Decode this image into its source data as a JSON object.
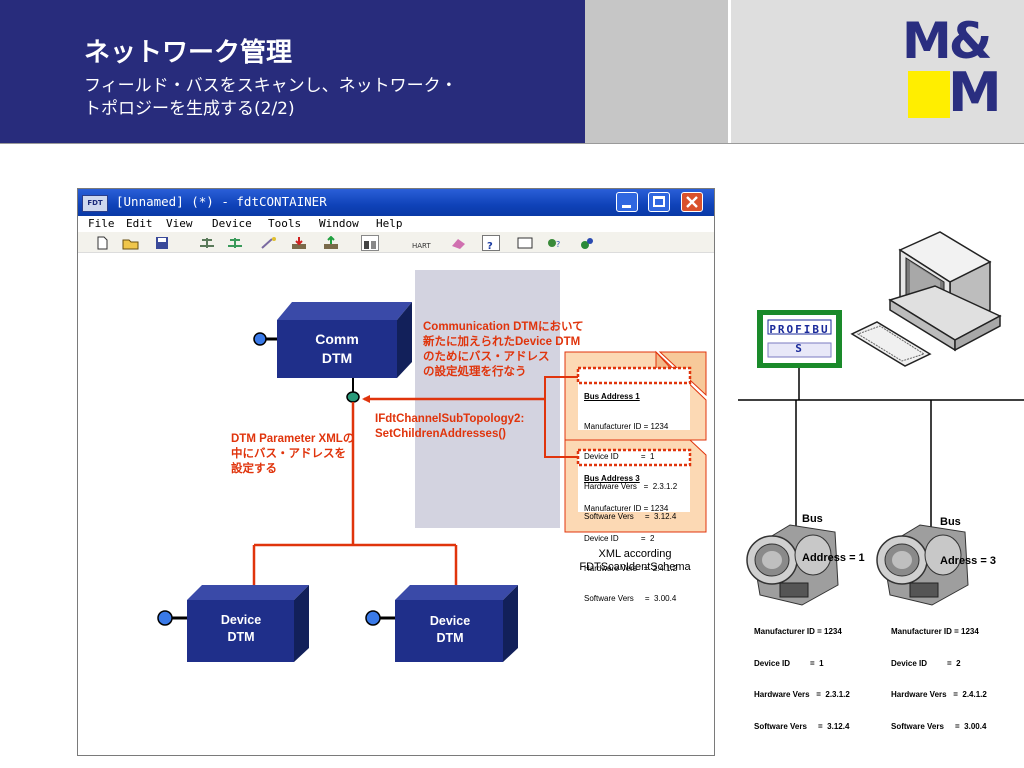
{
  "header": {
    "title": "ネットワーク管理",
    "subtitle_line1": "フィールド・バスをスキャンし、ネットワーク・",
    "subtitle_line2": "トポロジーを生成する(2/2)"
  },
  "logo": {
    "line1": "M&",
    "line2": "M",
    "accent_color": "#ffee00",
    "text_color": "#2a2e80"
  },
  "window": {
    "app_icon": "FDT",
    "title": "[Unnamed] (*) - fdtCONTAINER",
    "menu": [
      "File",
      "Edit",
      "View",
      "Device",
      "Tools",
      "Window",
      "Help"
    ]
  },
  "diagram": {
    "comm_dtm": {
      "line1": "Comm",
      "line2": "DTM"
    },
    "device_dtm_left": {
      "line1": "Device",
      "line2": "DTM"
    },
    "device_dtm_right": {
      "line1": "Device",
      "line2": "DTM"
    },
    "note_comm": [
      "Communication DTMにおいて",
      "新たに加えられたDevice DTM",
      "のためにバス・アドレス",
      "の設定処理を行なう"
    ],
    "interface_call": [
      "IFdtChannelSubTopology2:",
      "SetChildrenAddresses()"
    ],
    "note_dtm_param": [
      "DTM Parameter XMLの",
      "中にバス・アドレスを",
      "設定する"
    ],
    "xml_doc_1": {
      "title": "Bus Address 1",
      "lines": [
        "Manufacturer ID = 1234",
        "Device ID          =  1",
        "Hardware Vers   =  2.3.1.2",
        "Software Vers     =  3.12.4"
      ]
    },
    "xml_doc_2": {
      "title": "Bus Address 3",
      "lines": [
        "Manufacturer ID = 1234",
        "Device ID          =  2",
        "Hardware Vers   =  2.4.1.2",
        "Software Vers     =  3.00.4"
      ]
    },
    "xml_caption": [
      "XML according",
      "FDTScanIdentSchema"
    ]
  },
  "network": {
    "profibus_label": "PROFIBUS",
    "bus1_label": [
      "Bus",
      "Address = 1"
    ],
    "bus3_label": [
      "Bus",
      "Adress = 3"
    ],
    "device1_info": [
      "Manufacturer ID = 1234",
      "Device ID         =  1",
      "Hardware Vers   =  2.3.1.2",
      "Software Vers     =  3.12.4"
    ],
    "device2_info": [
      "Manufacturer ID = 1234",
      "Device ID         =  2",
      "Hardware Vers   =  2.4.1.2",
      "Software Vers     =  3.00.4"
    ]
  },
  "colors": {
    "header_blue": "#282c7c",
    "accent_red": "#e0340c",
    "dtm_box": "#1f2f8a",
    "doc_fill": "#fcd9b4"
  }
}
